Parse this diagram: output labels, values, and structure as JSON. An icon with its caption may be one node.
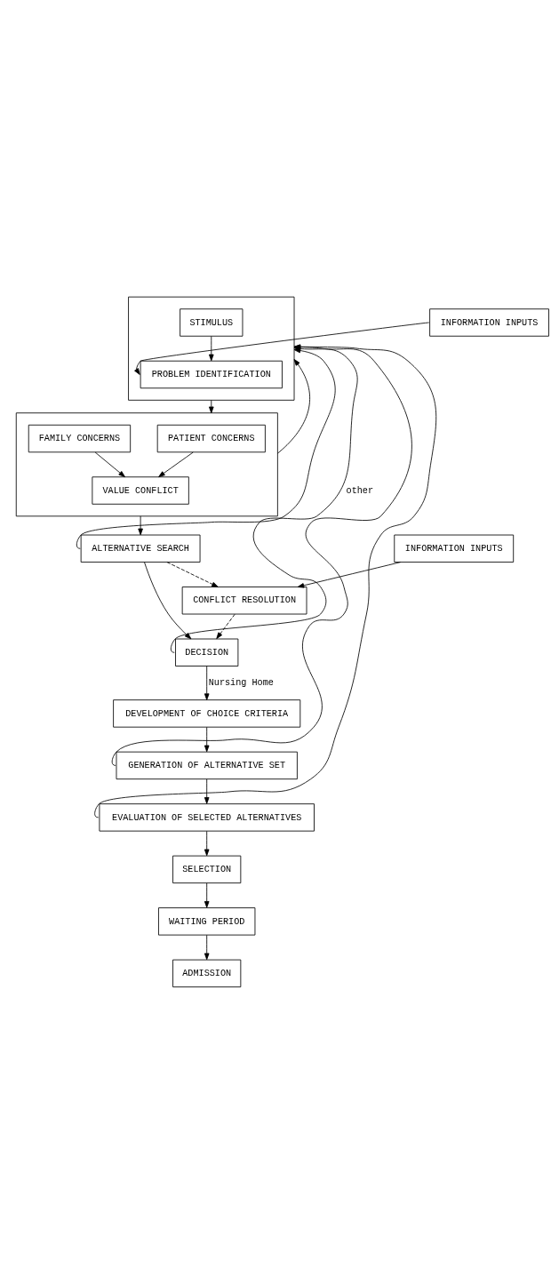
{
  "diagram": {
    "nodes": [
      {
        "text": [],
        "shape": "box"
      },
      {
        "text": [
          "STIMULUS"
        ],
        "in": 0
      },
      {
        "text": [
          "PROBLEM IDENTIFICATION"
        ],
        "in": 0
      },
      {
        "text": [
          "INFORMATION INPUTS"
        ]
      },
      {
        "text": [],
        "shape": "box"
      },
      {
        "text": [
          "PATIENT CONCERNS"
        ],
        "in": 4
      },
      {
        "text": [
          "FAMILY CONCERNS"
        ],
        "in": 4
      },
      {
        "text": [
          "VALUE CONFLICT"
        ],
        "in": 4
      },
      {
        "text": [
          "ALTERNATIVE SEARCH"
        ]
      },
      {
        "text": [
          "INFORMATION INPUTS"
        ]
      },
      {
        "text": [
          "CONFLICT RESOLUTION"
        ]
      },
      {
        "text": [
          "DECISION"
        ]
      },
      {
        "text": [
          "DEVELOPMENT OF CHOICE CRITERIA"
        ]
      },
      {
        "text": [
          "GENERATION OF ALTERNATIVE SET"
        ]
      },
      {
        "text": [
          "EVALUATION OF SELECTED ALTERNATIVES"
        ]
      },
      {
        "text": [
          "SELECTION"
        ]
      },
      {
        "text": [
          "WAITING PERIOD"
        ]
      },
      {
        "text": [
          "ADMISSION"
        ]
      }
    ],
    "edges": [
      {
        "from": 1,
        "to": 2,
        "arrow": "to"
      },
      {
        "from": 3,
        "to": 2,
        "arrow": "to"
      },
      {
        "from": 0,
        "to": 4,
        "arrow": "to"
      },
      {
        "from": 5,
        "to": 7,
        "arrow": "to"
      },
      {
        "from": 6,
        "to": 7,
        "arrow": "to"
      },
      {
        "from": 4,
        "to": 8,
        "arrow": "to"
      },
      {
        "from": 8,
        "to": 10,
        "arrow": "to",
        "style": "dashed"
      },
      {
        "from": 9,
        "to": 10,
        "arrow": "to"
      },
      {
        "from": 10,
        "to": 11,
        "arrow": "to",
        "style": "dashed"
      },
      {
        "from": 8,
        "to": 11,
        "arrow": "to"
      },
      {
        "from": 11,
        "to": 12,
        "label": "Nursing Home",
        "arrow": "to"
      },
      {
        "from": 12,
        "to": 13,
        "arrow": "to"
      },
      {
        "from": 13,
        "to": 14,
        "arrow": "to"
      },
      {
        "from": 14,
        "to": 15,
        "arrow": "to"
      },
      {
        "from": 15,
        "to": 16,
        "arrow": "to"
      },
      {
        "from": 16,
        "to": 17,
        "arrow": "to"
      },
      {
        "from": 4,
        "to": 0,
        "arrow": "to"
      },
      {
        "from": 8,
        "to": 0,
        "arrow": "to"
      },
      {
        "from": 11,
        "to": 0,
        "label": "other",
        "arrow": "to"
      },
      {
        "from": 13,
        "to": 0,
        "arrow": "to"
      },
      {
        "from": 14,
        "to": 0,
        "arrow": "to"
      }
    ]
  }
}
